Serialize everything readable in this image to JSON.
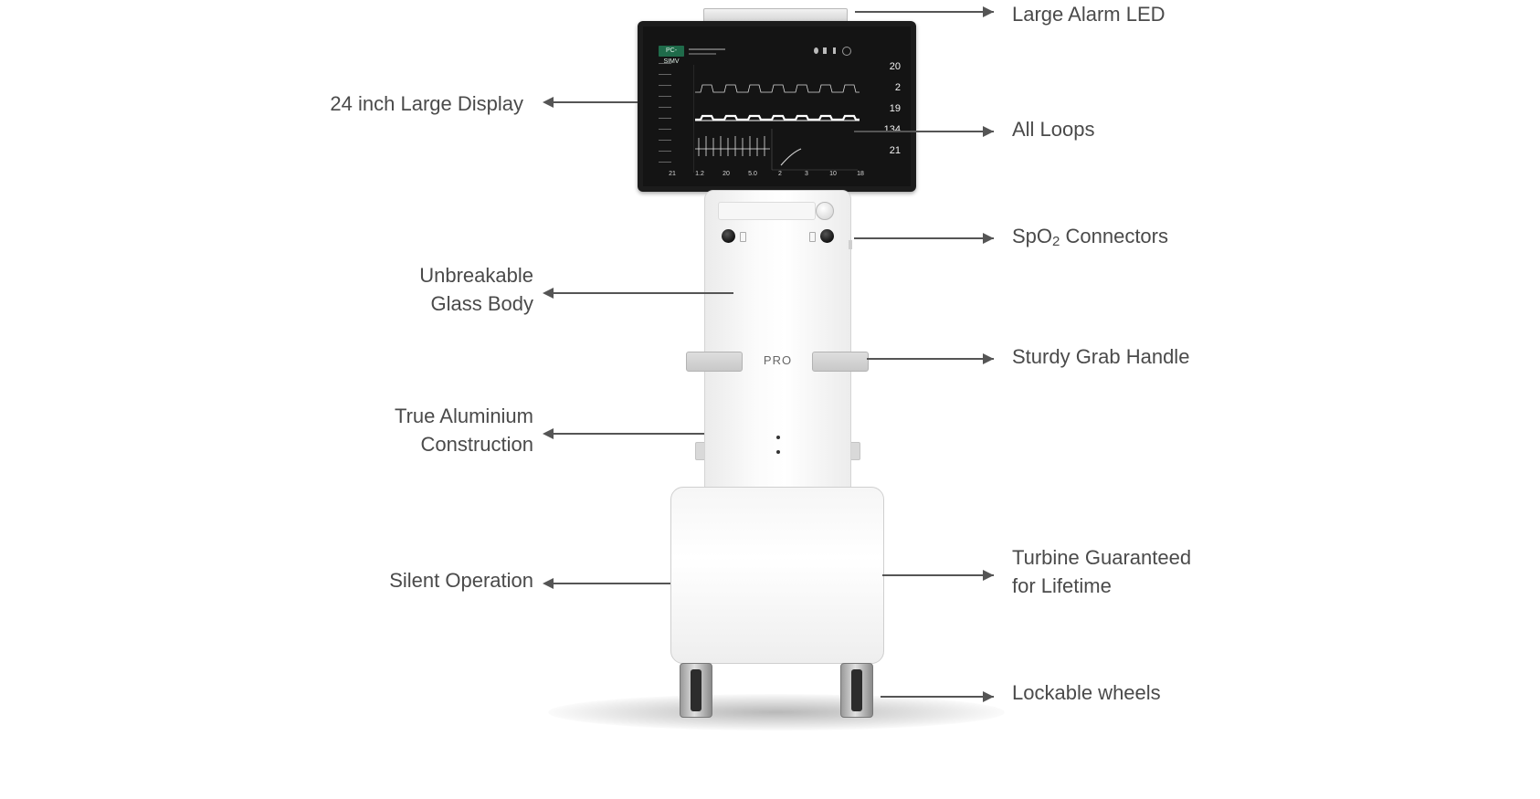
{
  "callouts_left": [
    {
      "id": "display",
      "lines": [
        "24 inch Large Display"
      ]
    },
    {
      "id": "glass-body",
      "lines": [
        "Unbreakable",
        "Glass Body"
      ]
    },
    {
      "id": "aluminium",
      "lines": [
        "True Aluminium",
        "Construction"
      ]
    },
    {
      "id": "silent",
      "lines": [
        "Silent Operation"
      ]
    }
  ],
  "callouts_right": [
    {
      "id": "alarm-led",
      "lines": [
        "Large Alarm LED"
      ]
    },
    {
      "id": "loops",
      "lines": [
        "All Loops"
      ]
    },
    {
      "id": "spo2",
      "prefix": "SpO",
      "subscript": "2",
      "suffix": " Connectors"
    },
    {
      "id": "grab-handle",
      "lines": [
        "Sturdy Grab Handle"
      ]
    },
    {
      "id": "turbine",
      "lines": [
        "Turbine Guaranteed",
        "for Lifetime"
      ]
    },
    {
      "id": "wheels",
      "lines": [
        "Lockable wheels"
      ]
    }
  ],
  "device": {
    "mode_badge": "PC-SIMV",
    "parameter_values": [
      "20",
      "2",
      "19",
      "134",
      "21"
    ],
    "bottom_values": [
      "21",
      "1.2",
      "20",
      "5.0",
      "2",
      "3",
      "10",
      "18"
    ],
    "brand": "PRO"
  },
  "colors": {
    "text": "#4a4a4a",
    "arrow": "#555555",
    "screen": "#141414",
    "mode_badge": "#1f6b4a"
  }
}
